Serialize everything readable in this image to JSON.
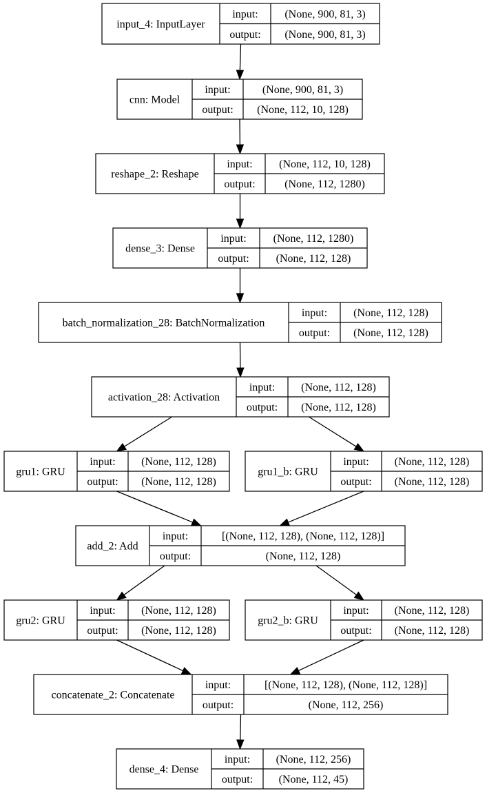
{
  "nodes": [
    {
      "id": "input_4",
      "name": "input_4: InputLayer",
      "input_label": "input:",
      "output_label": "output:",
      "input": "(None, 900, 81, 3)",
      "output": "(None, 900, 81, 3)"
    },
    {
      "id": "cnn",
      "name": "cnn: Model",
      "input_label": "input:",
      "output_label": "output:",
      "input": "(None, 900, 81, 3)",
      "output": "(None, 112, 10, 128)"
    },
    {
      "id": "reshape_2",
      "name": "reshape_2: Reshape",
      "input_label": "input:",
      "output_label": "output:",
      "input": "(None, 112, 10, 128)",
      "output": "(None, 112, 1280)"
    },
    {
      "id": "dense_3",
      "name": "dense_3: Dense",
      "input_label": "input:",
      "output_label": "output:",
      "input": "(None, 112, 1280)",
      "output": "(None, 112, 128)"
    },
    {
      "id": "batch_normalization_28",
      "name": "batch_normalization_28: BatchNormalization",
      "input_label": "input:",
      "output_label": "output:",
      "input": "(None, 112, 128)",
      "output": "(None, 112, 128)"
    },
    {
      "id": "activation_28",
      "name": "activation_28: Activation",
      "input_label": "input:",
      "output_label": "output:",
      "input": "(None, 112, 128)",
      "output": "(None, 112, 128)"
    },
    {
      "id": "gru1",
      "name": "gru1: GRU",
      "input_label": "input:",
      "output_label": "output:",
      "input": "(None, 112, 128)",
      "output": "(None, 112, 128)"
    },
    {
      "id": "gru1_b",
      "name": "gru1_b: GRU",
      "input_label": "input:",
      "output_label": "output:",
      "input": "(None, 112, 128)",
      "output": "(None, 112, 128)"
    },
    {
      "id": "add_2",
      "name": "add_2: Add",
      "input_label": "input:",
      "output_label": "output:",
      "input": "[(None, 112, 128), (None, 112, 128)]",
      "output": "(None, 112, 128)"
    },
    {
      "id": "gru2",
      "name": "gru2: GRU",
      "input_label": "input:",
      "output_label": "output:",
      "input": "(None, 112, 128)",
      "output": "(None, 112, 128)"
    },
    {
      "id": "gru2_b",
      "name": "gru2_b: GRU",
      "input_label": "input:",
      "output_label": "output:",
      "input": "(None, 112, 128)",
      "output": "(None, 112, 128)"
    },
    {
      "id": "concatenate_2",
      "name": "concatenate_2: Concatenate",
      "input_label": "input:",
      "output_label": "output:",
      "input": "[(None, 112, 128), (None, 112, 128)]",
      "output": "(None, 112, 256)"
    },
    {
      "id": "dense_4",
      "name": "dense_4: Dense",
      "input_label": "input:",
      "output_label": "output:",
      "input": "(None, 112, 256)",
      "output": "(None, 112, 45)"
    }
  ],
  "edges": [
    {
      "from": "input_4",
      "to": "cnn"
    },
    {
      "from": "cnn",
      "to": "reshape_2"
    },
    {
      "from": "reshape_2",
      "to": "dense_3"
    },
    {
      "from": "dense_3",
      "to": "batch_normalization_28"
    },
    {
      "from": "batch_normalization_28",
      "to": "activation_28"
    },
    {
      "from": "activation_28",
      "to": "gru1"
    },
    {
      "from": "activation_28",
      "to": "gru1_b"
    },
    {
      "from": "gru1",
      "to": "add_2"
    },
    {
      "from": "gru1_b",
      "to": "add_2"
    },
    {
      "from": "add_2",
      "to": "gru2"
    },
    {
      "from": "add_2",
      "to": "gru2_b"
    },
    {
      "from": "gru2",
      "to": "concatenate_2"
    },
    {
      "from": "gru2_b",
      "to": "concatenate_2"
    },
    {
      "from": "concatenate_2",
      "to": "dense_4"
    }
  ]
}
